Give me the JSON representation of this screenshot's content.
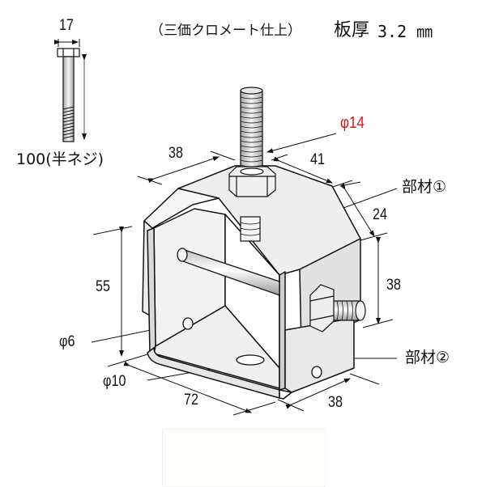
{
  "header": {
    "finish_note": "（三価クロメート仕上）",
    "thickness_label": "板厚",
    "thickness_value": "3.2 ㎜"
  },
  "bolt": {
    "head_width": "17",
    "length_label": "100(半ネジ)"
  },
  "dimensions": {
    "thread_diameter": "φ14",
    "top_left_width": "38",
    "top_right_width": "41",
    "slope_height": "24",
    "side_height": "38",
    "inner_height": "55",
    "small_hole": "φ6",
    "bottom_hole": "φ10",
    "base_length": "72",
    "base_depth": "38"
  },
  "parts": {
    "part1": "部材①",
    "part2": "部材②"
  },
  "colors": {
    "accent_red": "#d7141a",
    "line": "#111111",
    "metal_light": "#f4f4f4",
    "metal_shade": "#d9d9d9"
  }
}
